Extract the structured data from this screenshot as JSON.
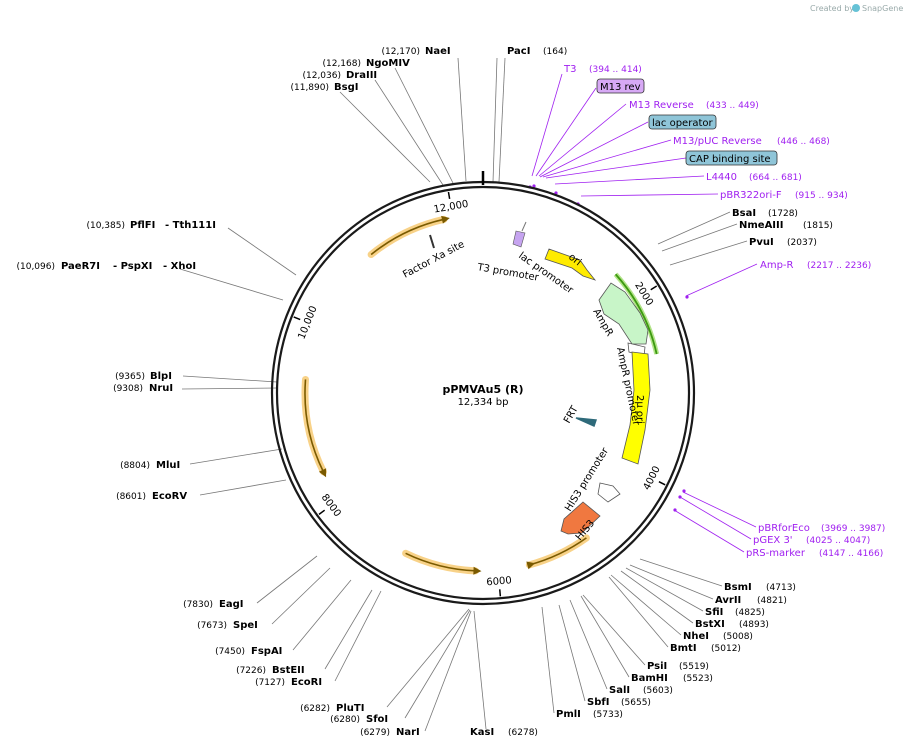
{
  "credit": {
    "text": "Created by",
    "brand": "SnapGene"
  },
  "plasmid": {
    "name": "pPMVAu5 (R)",
    "length_label": "12,334 bp",
    "length": 12334
  },
  "ticks": [
    {
      "pos": 2000,
      "label": "2000"
    },
    {
      "pos": 4000,
      "label": "4000"
    },
    {
      "pos": 6000,
      "label": "6000"
    },
    {
      "pos": 8000,
      "label": "8000"
    },
    {
      "pos": 10000,
      "label": "10,000"
    },
    {
      "pos": 12000,
      "label": "12,000"
    }
  ],
  "enzymes_right": [
    {
      "name": "PacI",
      "pos": "(164)"
    },
    {
      "name": "BsaI",
      "pos": "(1728)"
    },
    {
      "name": "NmeAIII",
      "pos": "(1815)"
    },
    {
      "name": "PvuI",
      "pos": "(2037)"
    },
    {
      "name": "BsmI",
      "pos": "(4713)"
    },
    {
      "name": "AvrII",
      "pos": "(4821)"
    },
    {
      "name": "SfiI",
      "pos": "(4825)"
    },
    {
      "name": "BstXI",
      "pos": "(4893)"
    },
    {
      "name": "NheI",
      "pos": "(5008)"
    },
    {
      "name": "BmtI",
      "pos": "(5012)"
    },
    {
      "name": "PsiI",
      "pos": "(5519)"
    },
    {
      "name": "BamHI",
      "pos": "(5523)"
    },
    {
      "name": "SalI",
      "pos": "(5603)"
    },
    {
      "name": "SbfI",
      "pos": "(5655)"
    },
    {
      "name": "PmlI",
      "pos": "(5733)"
    },
    {
      "name": "KasI",
      "pos": "(6278)"
    }
  ],
  "enzymes_left": [
    {
      "name": "NaeI",
      "pos": "(12,170)"
    },
    {
      "name": "NgoMIV",
      "pos": "(12,168)"
    },
    {
      "name": "DraIII",
      "pos": "(12,036)"
    },
    {
      "name": "BsgI",
      "pos": "(11,890)"
    },
    {
      "name": "PflFI",
      "pos": "(10,385)",
      "extra": "- Tth111I"
    },
    {
      "name": "PaeR7I",
      "pos": "(10,096)",
      "extra": "- PspXI",
      "extra2": "- XhoI"
    },
    {
      "name": "BlpI",
      "pos": "(9365)"
    },
    {
      "name": "NruI",
      "pos": "(9308)"
    },
    {
      "name": "MluI",
      "pos": "(8804)"
    },
    {
      "name": "EcoRV",
      "pos": "(8601)"
    },
    {
      "name": "EagI",
      "pos": "(7830)"
    },
    {
      "name": "SpeI",
      "pos": "(7673)"
    },
    {
      "name": "FspAI",
      "pos": "(7450)"
    },
    {
      "name": "BstEII",
      "pos": "(7226)"
    },
    {
      "name": "EcoRI",
      "pos": "(7127)"
    },
    {
      "name": "PluTI",
      "pos": "(6282)"
    },
    {
      "name": "SfoI",
      "pos": "(6280)"
    },
    {
      "name": "NarI",
      "pos": "(6279)"
    }
  ],
  "primers": [
    {
      "name": "T3",
      "pos": "(394 .. 414)"
    },
    {
      "name": "M13 Reverse",
      "pos": "(433 .. 449)"
    },
    {
      "name": "M13/pUC Reverse",
      "pos": "(446 .. 468)"
    },
    {
      "name": "L4440",
      "pos": "(664 .. 681)"
    },
    {
      "name": "pBR322ori-F",
      "pos": "(915 .. 934)"
    },
    {
      "name": "Amp-R",
      "pos": "(2217 .. 2236)"
    },
    {
      "name": "pBRforEco",
      "pos": "(3969 .. 3987)"
    },
    {
      "name": "pGEX 3'",
      "pos": "(4025 .. 4047)"
    },
    {
      "name": "pRS-marker",
      "pos": "(4147 .. 4166)"
    }
  ],
  "badges": [
    {
      "name": "M13 rev",
      "color": "#d7a9f5"
    },
    {
      "name": "lac operator",
      "color": "#8fc5d8"
    },
    {
      "name": "CAP binding site",
      "color": "#8fc5d8"
    }
  ],
  "features": {
    "ori": "ori",
    "ampr": "AmpR",
    "ampr_promoter": "AmpR promoter",
    "two_mu_ori": "2μ ori",
    "his3_promoter": "HIS3 promoter",
    "his3": "HIS3",
    "frt": "FRT",
    "factor_xa": "Factor Xa site",
    "t3_promoter": "T3 promoter",
    "lac_promoter": "lac promoter"
  },
  "colors": {
    "backbone": "#1a1a1a",
    "primer": "#a020f0",
    "ori": "#ffeb00",
    "ampr": "#c8f5c8",
    "two_mu_ori": "#ffff00",
    "his3": "#f07840",
    "orf_glow": "#f6c76a",
    "orf_arrow": "#7a5a00",
    "ampr_glow": "#3c9a10"
  }
}
